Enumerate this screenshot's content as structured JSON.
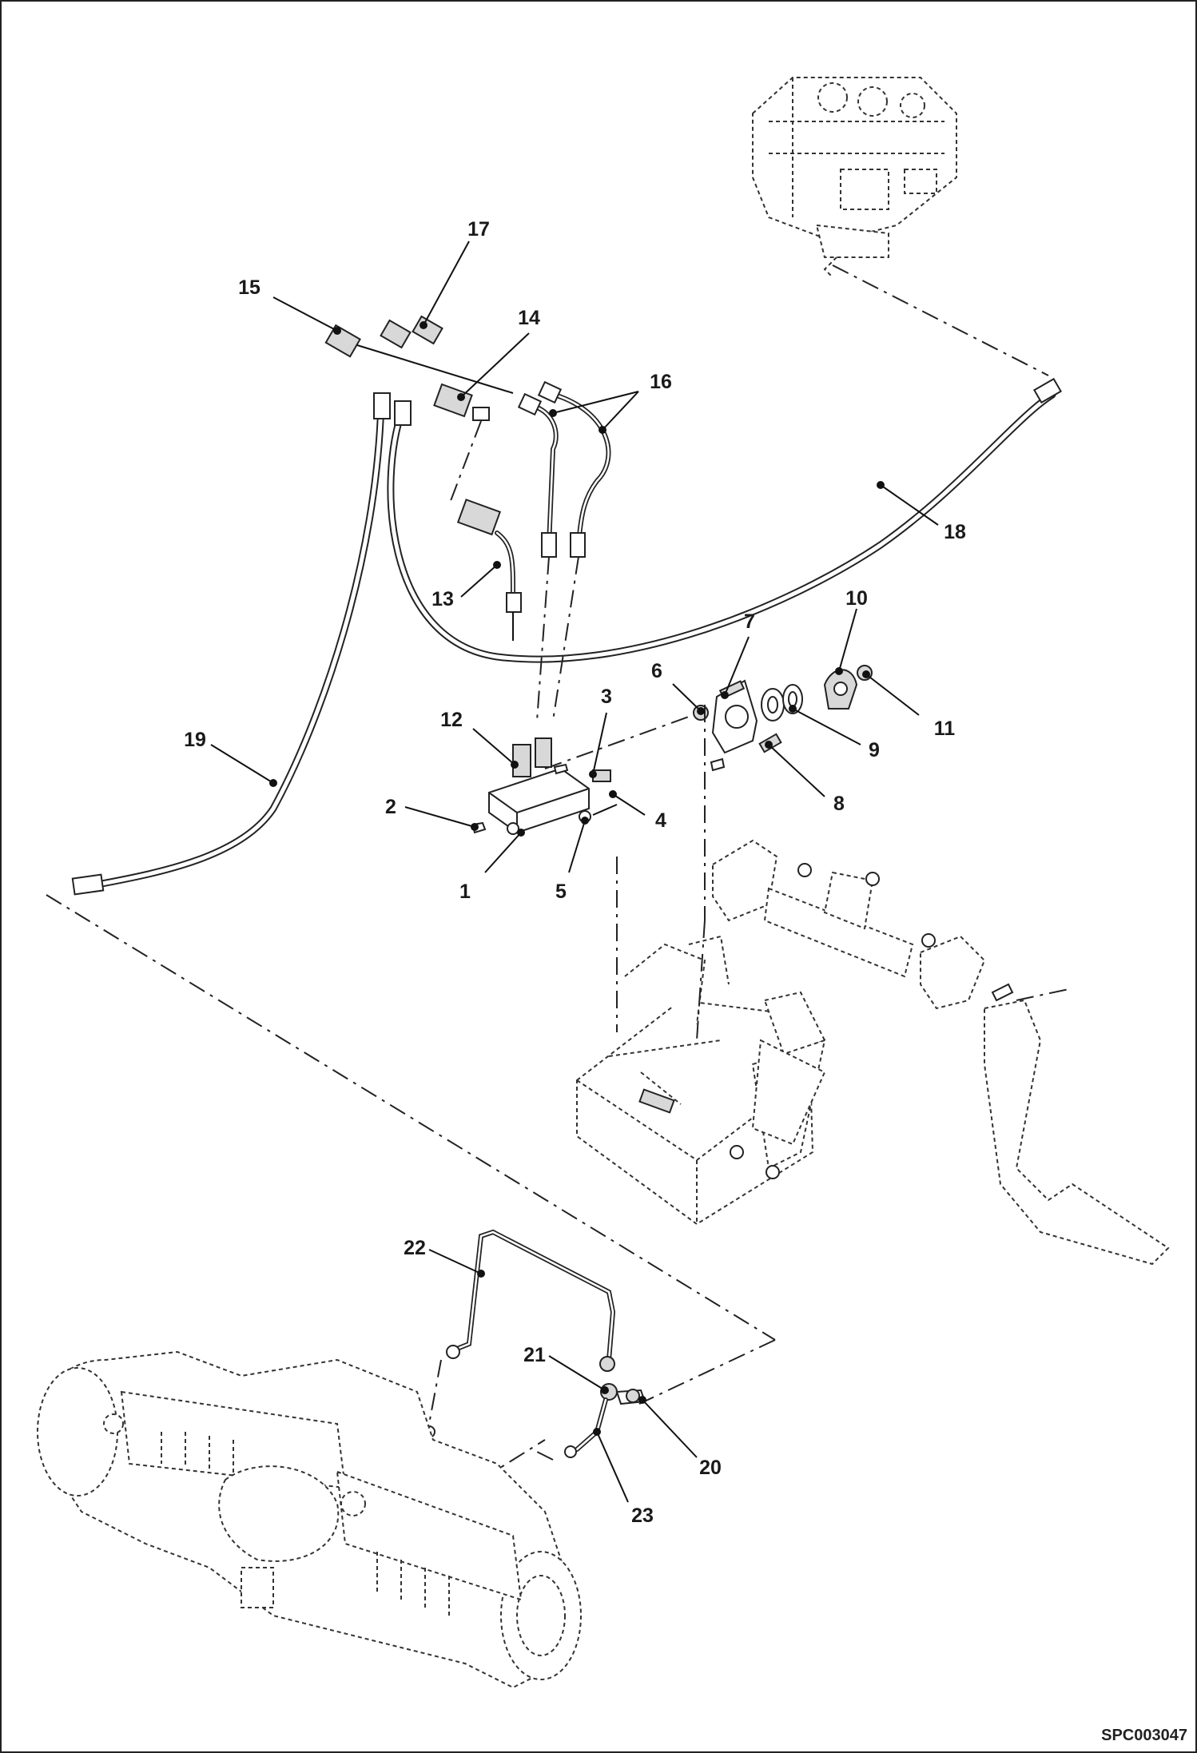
{
  "drawing_code": "SPC003047",
  "callouts": [
    "1",
    "2",
    "3",
    "4",
    "5",
    "6",
    "7",
    "8",
    "9",
    "10",
    "11",
    "12",
    "13",
    "14",
    "15",
    "16",
    "17",
    "18",
    "19",
    "20",
    "21",
    "22",
    "23"
  ],
  "colors": {
    "line": "#111111",
    "background": "#ffffff"
  }
}
